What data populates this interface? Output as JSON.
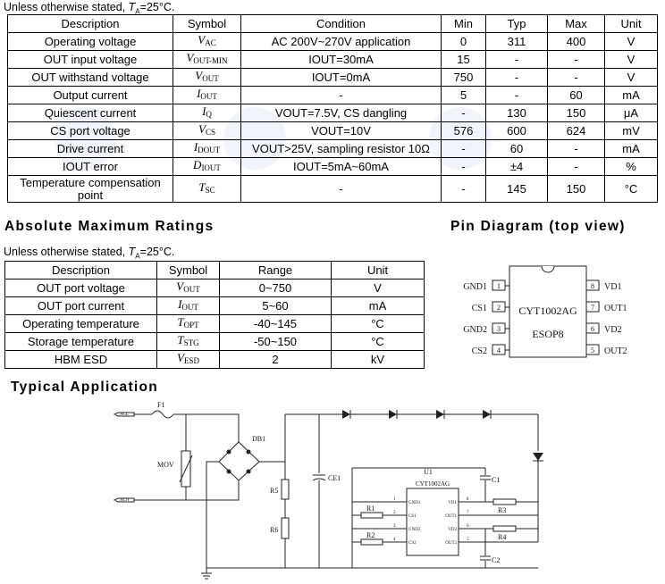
{
  "electrical": {
    "note": "Unless otherwise stated, ",
    "note_t": "T",
    "note_sub": "A",
    "note_tail": "=25°C.",
    "headers": [
      "Description",
      "Symbol",
      "Condition",
      "Min",
      "Typ",
      "Max",
      "Unit"
    ],
    "rows": [
      {
        "desc": "Operating voltage",
        "sym": "V",
        "sub": "AC",
        "cond": "AC 200V~270V application",
        "min": "0",
        "typ": "311",
        "max": "400",
        "unit": "V"
      },
      {
        "desc": "OUT input voltage",
        "sym": "V",
        "sub": "OUT-MIN",
        "cond": "IOUT=30mA",
        "min": "15",
        "typ": "-",
        "max": "-",
        "unit": "V"
      },
      {
        "desc": "OUT withstand voltage",
        "sym": "V",
        "sub": "OUT",
        "cond": "IOUT=0mA",
        "min": "750",
        "typ": "-",
        "max": "-",
        "unit": "V"
      },
      {
        "desc": "Output current",
        "sym": "I",
        "sub": "OUT",
        "cond": "-",
        "min": "5",
        "typ": "-",
        "max": "60",
        "unit": "mA"
      },
      {
        "desc": "Quiescent current",
        "sym": "I",
        "sub": "Q",
        "cond": "VOUT=7.5V, CS dangling",
        "min": "-",
        "typ": "130",
        "max": "150",
        "unit": "μA"
      },
      {
        "desc": "CS port voltage",
        "sym": "V",
        "sub": "CS",
        "cond": "VOUT=10V",
        "min": "576",
        "typ": "600",
        "max": "624",
        "unit": "mV"
      },
      {
        "desc": "Drive current",
        "sym": "I",
        "sub": "DOUT",
        "cond": "VOUT>25V, sampling resistor 10Ω",
        "min": "-",
        "typ": "60",
        "max": "-",
        "unit": "mA"
      },
      {
        "desc": "IOUT error",
        "sym": "D",
        "sub": "IOUT",
        "cond": "IOUT=5mA~60mA",
        "min": "-",
        "typ": "±4",
        "max": "-",
        "unit": "%"
      },
      {
        "desc": "Temperature compensation point",
        "sym": "T",
        "sub": "SC",
        "cond": "-",
        "min": "-",
        "typ": "145",
        "max": "150",
        "unit": "°C"
      }
    ]
  },
  "abs": {
    "title": "Absolute Maximum Ratings",
    "note": "Unless otherwise stated, ",
    "note_t": "T",
    "note_sub": "A",
    "note_tail": "=25°C.",
    "headers": [
      "Description",
      "Symbol",
      "Range",
      "Unit"
    ],
    "rows": [
      {
        "desc": "OUT port voltage",
        "sym": "V",
        "sub": "OUT",
        "range": "0~750",
        "unit": "V"
      },
      {
        "desc": "OUT port current",
        "sym": "I",
        "sub": "OUT",
        "range": "5~60",
        "unit": "mA"
      },
      {
        "desc": "Operating temperature",
        "sym": "T",
        "sub": "OPT",
        "range": "-40~145",
        "unit": "°C"
      },
      {
        "desc": "Storage temperature",
        "sym": "T",
        "sub": "STG",
        "range": "-50~150",
        "unit": "°C"
      },
      {
        "desc": "HBM ESD",
        "sym": "V",
        "sub": "ESD",
        "range": "2",
        "unit": "kV"
      }
    ]
  },
  "pin": {
    "title": "Pin Diagram (top view)",
    "part": "CYT1002AG",
    "package": "ESOP8",
    "left": [
      {
        "n": "1",
        "name": "GND1"
      },
      {
        "n": "2",
        "name": "CS1"
      },
      {
        "n": "3",
        "name": "GND2"
      },
      {
        "n": "4",
        "name": "CS2"
      }
    ],
    "right": [
      {
        "n": "8",
        "name": "VD1"
      },
      {
        "n": "7",
        "name": "OUT1"
      },
      {
        "n": "6",
        "name": "VD2"
      },
      {
        "n": "5",
        "name": "OUT2"
      }
    ]
  },
  "app": {
    "title": "Typical Application",
    "labels": {
      "acl": "ACL",
      "acn": "ACN",
      "f1": "F1",
      "mov": "MOV",
      "db1": "DB1",
      "r5": "R5",
      "r6": "R6",
      "ce1": "CE1",
      "u1": "U1",
      "chip": "CYT1002AG",
      "c1": "C1",
      "c2": "C2",
      "r1": "R1",
      "r2": "R2",
      "r3": "R3",
      "r4": "R4"
    },
    "pins": [
      {
        "n": "1",
        "l": "GND1",
        "r": "VD1",
        "rn": "8"
      },
      {
        "n": "2",
        "l": "CS1",
        "r": "OUT1",
        "rn": "7"
      },
      {
        "n": "3",
        "l": "GND2",
        "r": "VD2",
        "rn": "6"
      },
      {
        "n": "4",
        "l": "CS2",
        "r": "OUT2",
        "rn": "5"
      }
    ]
  }
}
